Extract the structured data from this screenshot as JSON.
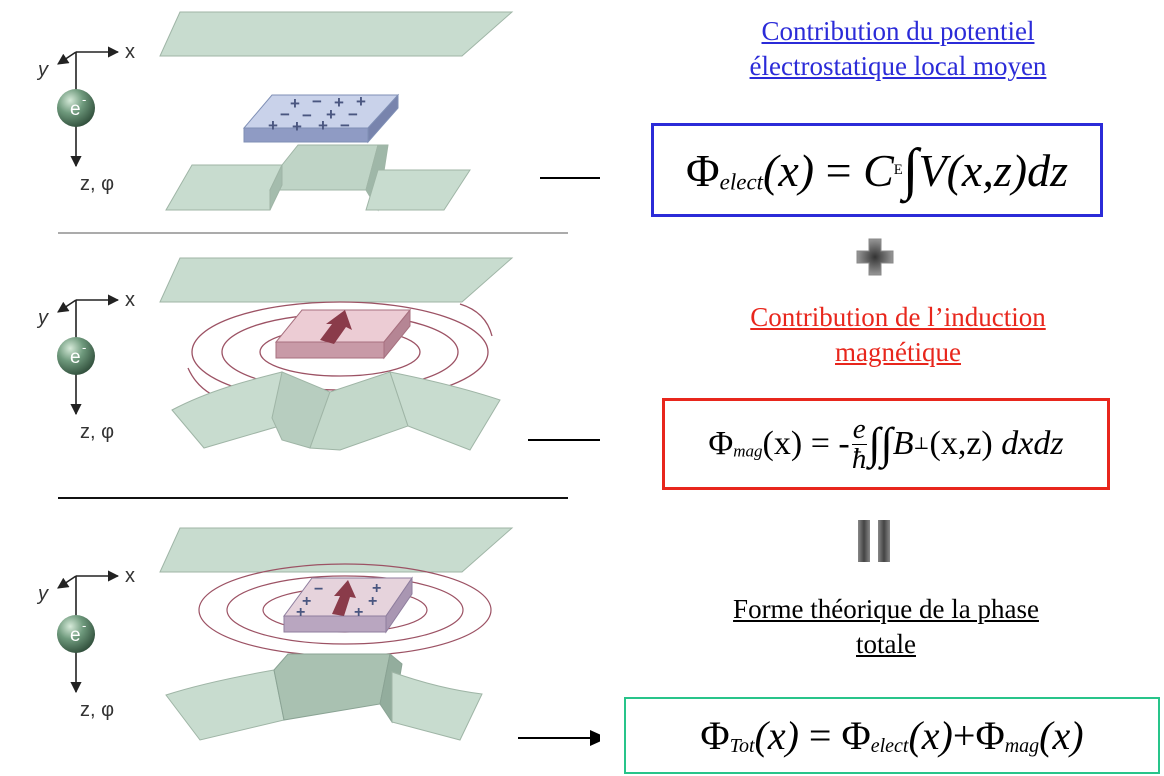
{
  "colors": {
    "blue": "#2b2bd8",
    "red": "#e8261c",
    "green": "#28c48a",
    "plate": "#c8dccf",
    "charge_block": "#b2bcd8",
    "magnet_block": "#d9b3be",
    "arrow": "#8a3b4a",
    "electron": "#4f7a60"
  },
  "icons": [
    "electron-sphere-icon",
    "axis-triad-icon",
    "plus-operator-icon",
    "equals-operator-icon",
    "arrow-right-icon"
  ],
  "panels": [
    {
      "axis_x": "x",
      "axis_y": "y",
      "axis_z": "z, φ",
      "electron": "e",
      "electron_charge": "-"
    },
    {
      "axis_x": "x",
      "axis_y": "y",
      "axis_z": "z, φ",
      "electron": "e",
      "electron_charge": "-"
    },
    {
      "axis_x": "x",
      "axis_y": "y",
      "axis_z": "z, φ",
      "electron": "e",
      "electron_charge": "-"
    }
  ],
  "heading_electrostatic": {
    "line1": "Contribution du potentiel",
    "line2": "électrostatique local moyen"
  },
  "formula_elect": {
    "phi": "Φ",
    "sub": "elect",
    "arg": "(x)",
    "eq": " = ",
    "const": "C",
    "const_sub": "E",
    "integral": "∫",
    "body": "V(x,z)dz"
  },
  "heading_magnetic": {
    "line1": "Contribution de l’induction",
    "line2": "magnétique"
  },
  "formula_mag": {
    "phi": "Φ",
    "sub": "mag",
    "arg": "(x)",
    "eq": " = -",
    "frac_num": "e",
    "frac_den": "ħ",
    "integral": "∫∫",
    "field": "B",
    "field_sub": "⊥",
    "field_arg": "(x,z)",
    "diff": " dxdz"
  },
  "heading_total": {
    "line1": "Forme théorique de la phase",
    "line2": "totale"
  },
  "formula_tot": {
    "phi": "Φ",
    "sub": "Tot",
    "arg": "(x)",
    "eq": " = ",
    "term1_phi": "Φ",
    "term1_sub": "elect",
    "term1_arg": "(x)",
    "plus": "+",
    "term2_phi": "Φ",
    "term2_sub": "mag",
    "term2_arg": "(x)"
  }
}
